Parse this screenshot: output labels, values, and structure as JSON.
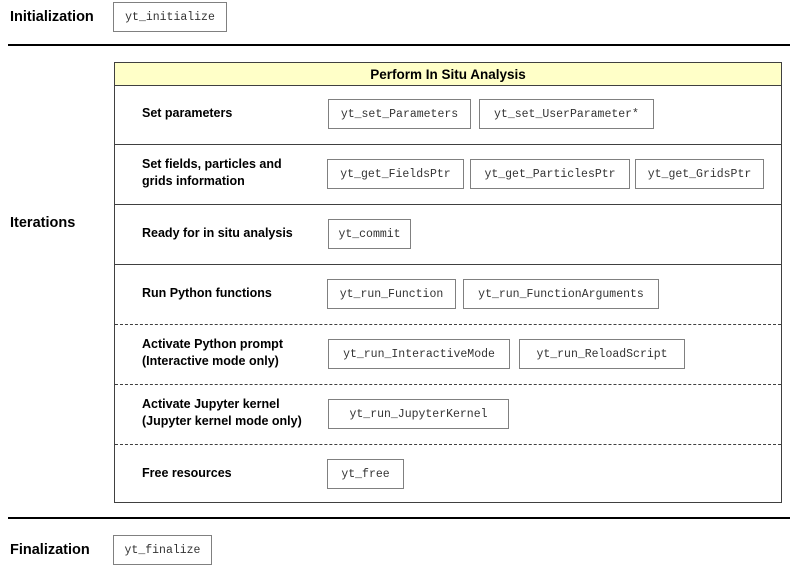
{
  "initialization": {
    "label": "Initialization",
    "functions": [
      "yt_initialize"
    ]
  },
  "iterations": {
    "label": "Iterations",
    "panel_title": "Perform In Situ Analysis",
    "steps": [
      {
        "label": "Set parameters",
        "functions": [
          "yt_set_Parameters",
          "yt_set_UserParameter*"
        ]
      },
      {
        "label_line1": "Set fields, particles and",
        "label_line2": "grids information",
        "functions": [
          "yt_get_FieldsPtr",
          "yt_get_ParticlesPtr",
          "yt_get_GridsPtr"
        ]
      },
      {
        "label": "Ready for in situ analysis",
        "functions": [
          "yt_commit"
        ]
      },
      {
        "label": "Run Python functions",
        "functions": [
          "yt_run_Function",
          "yt_run_FunctionArguments"
        ]
      },
      {
        "label_line1": "Activate Python prompt",
        "label_line2": "(Interactive mode only)",
        "functions": [
          "yt_run_InteractiveMode",
          "yt_run_ReloadScript"
        ]
      },
      {
        "label_line1": "Activate Jupyter kernel",
        "label_line2": "(Jupyter kernel mode only)",
        "functions": [
          "yt_run_JupyterKernel"
        ]
      },
      {
        "label": "Free resources",
        "functions": [
          "yt_free"
        ]
      }
    ]
  },
  "finalization": {
    "label": "Finalization",
    "functions": [
      "yt_finalize"
    ]
  },
  "colors": {
    "panel_header_bg": "#ffffc8",
    "box_border": "#808080",
    "line": "#404040"
  }
}
